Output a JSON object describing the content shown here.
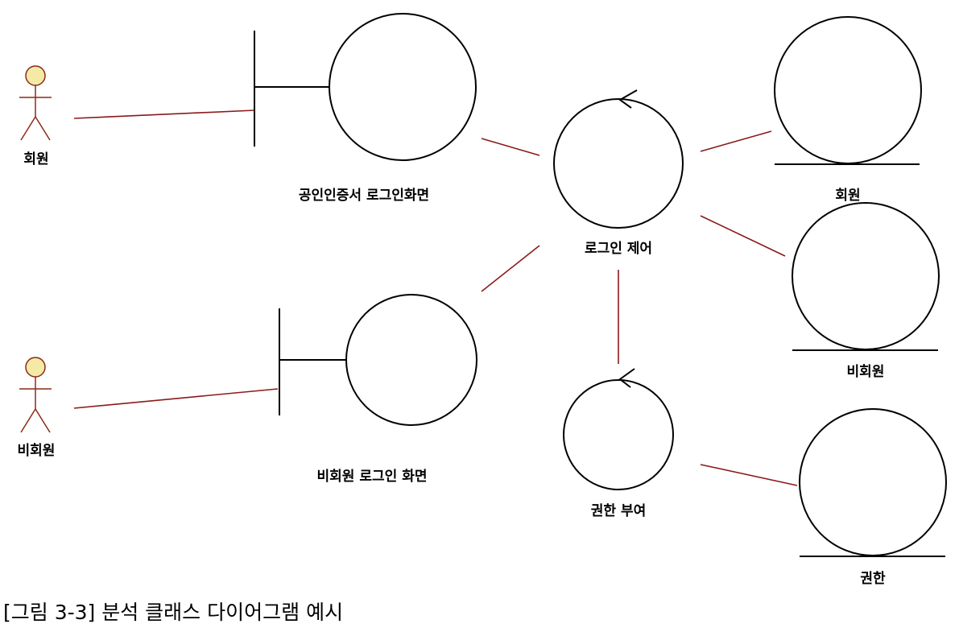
{
  "diagram": {
    "actors": {
      "member": "회원",
      "non_member": "비회원"
    },
    "boundaries": {
      "cert_login": "공인인증서 로그인화면",
      "non_member_login": "비회원 로그인 화면"
    },
    "controls": {
      "login_control": "로그인 제어",
      "grant_permission": "권한 부여"
    },
    "entities": {
      "member": "회원",
      "non_member": "비회원",
      "permission": "권한"
    }
  },
  "caption": "[그림 3-3] 분석 클래스 다이어그램 예시",
  "colors": {
    "association_line": "#8b1a1a",
    "actor_head": "#f5e9a6",
    "actor_body": "#8b2b17",
    "stroke": "#000000"
  }
}
